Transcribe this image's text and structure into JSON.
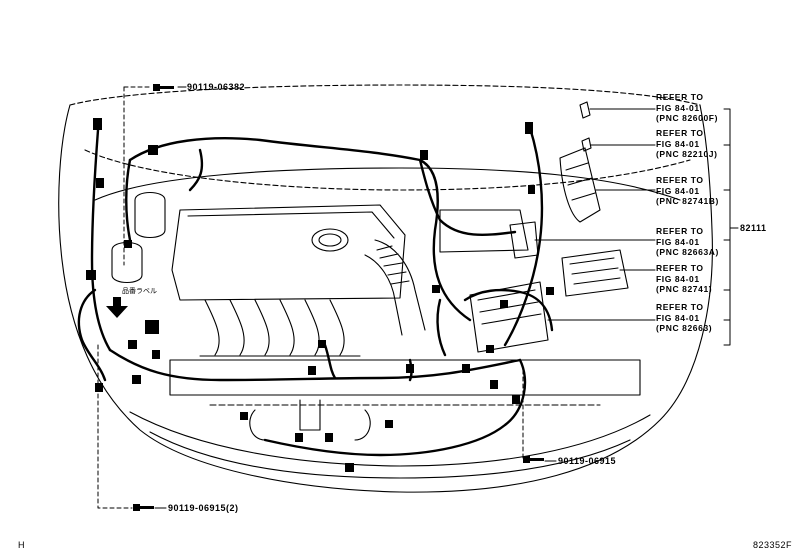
{
  "parts": {
    "top_bolt": "90119-06382",
    "right_bolt": "90119-06915",
    "bottom_bolt": "90119-06915(2)",
    "assembly": "82111"
  },
  "references": [
    {
      "line1": "REFER TO",
      "line2": "FIG 84-01",
      "line3": "(PNC 82600F)"
    },
    {
      "line1": "REFER TO",
      "line2": "FIG 84-01",
      "line3": "(PNC 82210J)"
    },
    {
      "line1": "REFER TO",
      "line2": "FIG 84-01",
      "line3": "(PNC 82741B)"
    },
    {
      "line1": "REFER TO",
      "line2": "FIG 84-01",
      "line3": "(PNC 82663A)"
    },
    {
      "line1": "REFER TO",
      "line2": "FIG 84-01",
      "line3": "(PNC 82741)"
    },
    {
      "line1": "REFER TO",
      "line2": "FIG 84-01",
      "line3": "(PNC 82663)"
    }
  ],
  "annotation_jp": "品番ラベル",
  "footer": {
    "left": "H",
    "right": "823352F"
  }
}
